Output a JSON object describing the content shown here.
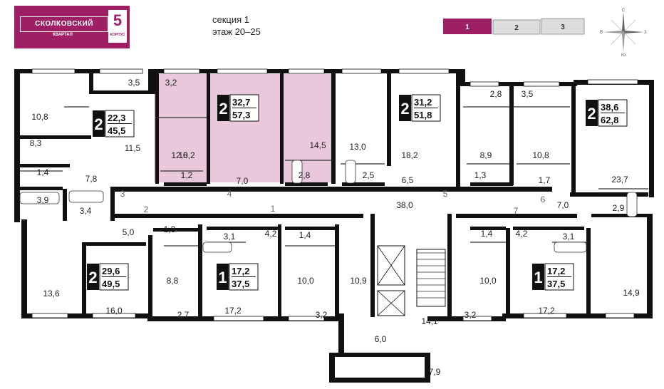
{
  "header": {
    "logo_text": "СКОЛКОВСКИЙ",
    "logo_sub": "КВАРТАЛ",
    "logo_num": "5",
    "logo_small": "КОРПУС",
    "section_line1": "секция 1",
    "section_line2": "этаж 20–25"
  },
  "section_tabs": [
    {
      "label": "1",
      "active": true
    },
    {
      "label": "2",
      "active": false
    },
    {
      "label": "3",
      "active": false
    }
  ],
  "compass": {
    "n": "С",
    "s": "Ю",
    "w": "В",
    "e": "З"
  },
  "colors": {
    "accent": "#9e1f63",
    "highlight": "#e8c8da",
    "wall": "#111111",
    "inactive_tab": "#dddddd"
  },
  "apartments": [
    {
      "rooms": "2",
      "living": "22,3",
      "total": "45,5"
    },
    {
      "rooms": "2",
      "living": "32,7",
      "total": "57,3"
    },
    {
      "rooms": "2",
      "living": "31,2",
      "total": "51,8"
    },
    {
      "rooms": "2",
      "living": "38,6",
      "total": "62,8"
    },
    {
      "rooms": "2",
      "living": "29,6",
      "total": "49,5"
    },
    {
      "rooms": "1",
      "living": "17,2",
      "total": "37,5"
    },
    {
      "rooms": "1",
      "living": "17,2",
      "total": "37,5"
    }
  ],
  "areas": [
    "3,5",
    "3,2",
    "2,8",
    "3,5",
    "10,8",
    "8,3",
    "1,4",
    "7,8",
    "3,9",
    "11,5",
    "12,0",
    "1,2",
    "18,2",
    "7,0",
    "14,5",
    "2,8",
    "13,0",
    "2,5",
    "18,2",
    "6,5",
    "8,9",
    "1,3",
    "10,8",
    "1,7",
    "23,7",
    "3,4",
    "38,0",
    "7,0",
    "2,9",
    "5,0",
    "1,3",
    "3,1",
    "4,2",
    "1,4",
    "1,4",
    "4,2",
    "3,1",
    "13,6",
    "8,8",
    "10,0",
    "10,9",
    "10,0",
    "14,9",
    "16,0",
    "2,7",
    "17,2",
    "3,2",
    "14,1",
    "3,2",
    "17,2",
    "6,0",
    "7,9"
  ],
  "apartment_numbers": [
    "1",
    "2",
    "3",
    "4",
    "5",
    "6",
    "7"
  ]
}
